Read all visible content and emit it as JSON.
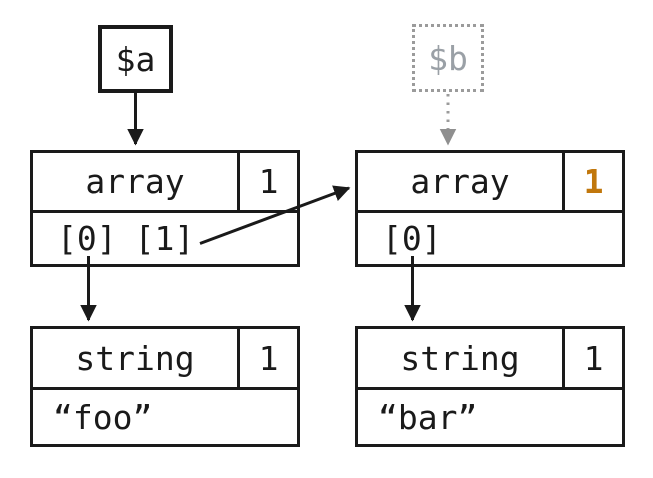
{
  "variables": [
    {
      "name": "$a",
      "style": "solid"
    },
    {
      "name": "$b",
      "style": "dotted-muted"
    }
  ],
  "nodes": {
    "array_a": {
      "type": "array",
      "refcount": "1",
      "slots": [
        "[0]",
        "[1]"
      ]
    },
    "array_b": {
      "type": "array",
      "refcount": "1",
      "refcount_highlighted": true,
      "slots": [
        "[0]"
      ]
    },
    "string_foo": {
      "type": "string",
      "refcount": "1",
      "value": "“foo”"
    },
    "string_bar": {
      "type": "string",
      "refcount": "1",
      "value": "“bar”"
    }
  },
  "edges": [
    {
      "from": "$a",
      "to": "array_a",
      "style": "solid"
    },
    {
      "from": "$b",
      "to": "array_b",
      "style": "dotted"
    },
    {
      "from": "array_a.slot[1]",
      "to": "array_b",
      "style": "solid"
    },
    {
      "from": "array_a.slot[0]",
      "to": "string_foo",
      "style": "solid"
    },
    {
      "from": "array_b.slot[0]",
      "to": "string_bar",
      "style": "solid"
    }
  ],
  "colors": {
    "line": "#1a1a1a",
    "refcount_highlight": "#c1770c",
    "muted": "#9aa0a6"
  }
}
